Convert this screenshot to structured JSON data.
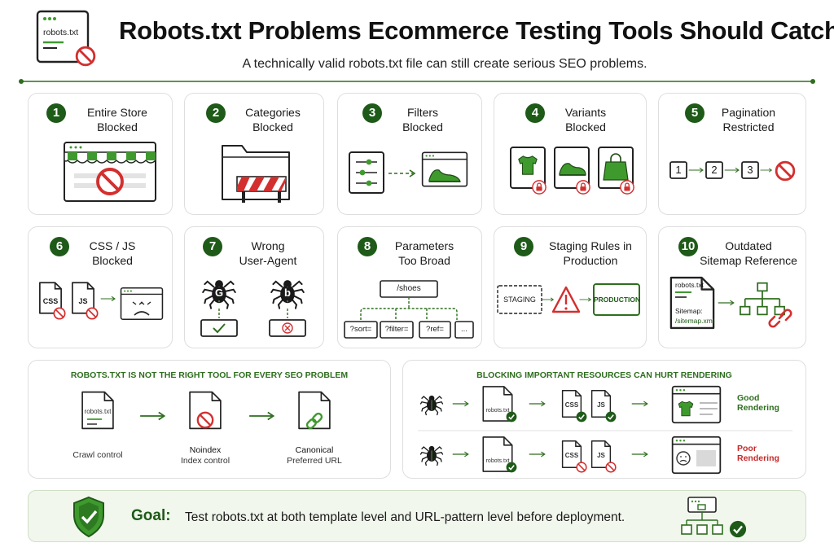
{
  "header": {
    "title": "Robots.txt Problems Ecommerce Testing Tools Should Catch",
    "subtitle": "A technically valid robots.txt file can still create serious SEO problems.",
    "file_label": "robots.txt"
  },
  "colors": {
    "green": "#1e5a18",
    "light_green": "#3f9a2e",
    "red": "#d32f2f",
    "goal_bg": "#f1f7ec"
  },
  "cards": [
    {
      "number": "1",
      "title_line1": "Entire Store",
      "title_line2": "Blocked"
    },
    {
      "number": "2",
      "title_line1": "Categories",
      "title_line2": "Blocked"
    },
    {
      "number": "3",
      "title_line1": "Filters",
      "title_line2": "Blocked"
    },
    {
      "number": "4",
      "title_line1": "Variants",
      "title_line2": "Blocked"
    },
    {
      "number": "5",
      "title_line1": "Pagination",
      "title_line2": "Restricted",
      "pages": [
        "1",
        "2",
        "3"
      ]
    },
    {
      "number": "6",
      "title_line1": "CSS / JS",
      "title_line2": "Blocked",
      "files": [
        "CSS",
        "JS"
      ]
    },
    {
      "number": "7",
      "title_line1": "Wrong",
      "title_line2": "User-Agent",
      "bot_letters": [
        "G",
        "b"
      ]
    },
    {
      "number": "8",
      "title_line1": "Parameters",
      "title_line2": "Too Broad",
      "root": "/shoes",
      "params": [
        "?sort=",
        "?filter=",
        "?ref=",
        "..."
      ]
    },
    {
      "number": "9",
      "title_line1": "Staging Rules in",
      "title_line2": "Production",
      "from": "STAGING",
      "to": "PRODUCTION"
    },
    {
      "number": "10",
      "title_line1": "Outdated",
      "title_line2": "Sitemap Reference",
      "file": "robots.txt",
      "sitemap_label": "Sitemap:",
      "sitemap_path": "/sitemap.xml"
    }
  ],
  "panel_left": {
    "title": "ROBOTS.TXT IS NOT THE RIGHT TOOL FOR EVERY SEO PROBLEM",
    "file_label": "robots.txt",
    "items": [
      {
        "main": "",
        "sub": "Crawl control"
      },
      {
        "main": "Noindex",
        "sub": "Index control"
      },
      {
        "main": "Canonical",
        "sub": "Preferred URL"
      }
    ]
  },
  "panel_right": {
    "title": "BLOCKING IMPORTANT RESOURCES CAN HURT RENDERING",
    "file_label": "robots.txt",
    "files": [
      "CSS",
      "JS"
    ],
    "good_line1": "Good",
    "good_line2": "Rendering",
    "poor_line1": "Poor",
    "poor_line2": "Rendering"
  },
  "goal": {
    "label": "Goal:",
    "text": "Test robots.txt at both template level and URL-pattern level before deployment."
  }
}
